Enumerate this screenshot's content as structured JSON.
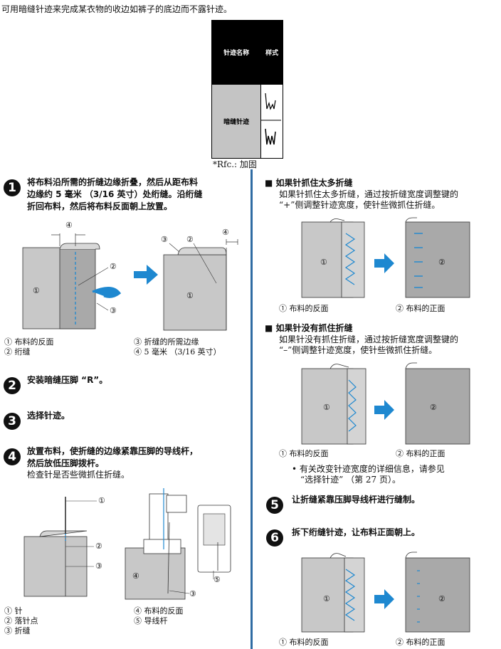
{
  "intro": "可用暗缝针迹来完成某衣物的收边如裤子的底边而不露针迹。",
  "stitch_table": {
    "header_name": "针迹名称",
    "header_style": "样式",
    "row_name": "暗缝针迹",
    "footnote": "*Rfc.: 加固"
  },
  "step1": {
    "num": "1",
    "title_lines": [
      "将布料沿所需的折缝边缘折叠，然后从距布料",
      "边缘约 5 毫米 （3/16 英寸）处绗缝。沿绗缝",
      "折回布料，然后将布料反面朝上放置。"
    ],
    "callouts": [
      "①",
      "②",
      "③",
      "④"
    ],
    "captions_left": [
      "① 布料的反面",
      "② 绗缝"
    ],
    "captions_right": [
      "③ 折缝的所需边缘",
      "④ 5 毫米 （3/16 英寸）"
    ]
  },
  "step2": {
    "num": "2",
    "title": "安装暗缝压脚 “R”。"
  },
  "step3": {
    "num": "3",
    "title": "选择针迹。"
  },
  "step4": {
    "num": "4",
    "title_lines": [
      "放置布料，使折缝的边缘紧靠压脚的导线杆，",
      "然后放低压脚拨杆。"
    ],
    "body": "检查针是否些微抓住折缝。",
    "callouts": [
      "①",
      "②",
      "③",
      "④",
      "⑤",
      "③"
    ],
    "captions_left": [
      "① 针",
      "② 落针点",
      "③ 折缝"
    ],
    "captions_right": [
      "④ 布料的反面",
      "⑤ 导线杆"
    ]
  },
  "section_too_many": {
    "heading": "如果针抓住太多折缝",
    "body_lines": [
      "如果针抓住太多折缝，通过按折缝宽度调整键的",
      "“+”侧调整针迹宽度，使针些微抓住折缝。"
    ],
    "callouts": [
      "①",
      "②"
    ],
    "captions": [
      "① 布料的反面",
      "② 布料的正面"
    ]
  },
  "section_not_catching": {
    "heading": "如果针没有抓住折缝",
    "body_lines": [
      "如果针没有抓住折缝，通过按折缝宽度调整键的",
      "“–”侧调整针迹宽度，使针些微抓住折缝。"
    ],
    "callouts": [
      "①",
      "②"
    ],
    "captions": [
      "① 布料的反面",
      "② 布料的正面"
    ],
    "note_lines": [
      "• 有关改变针迹宽度的详细信息，请参见",
      "“选择针迹” （第 27 页）。"
    ]
  },
  "step5": {
    "num": "5",
    "title": "让折缝紧靠压脚导线杆进行缝制。"
  },
  "step6": {
    "num": "6",
    "title": "拆下绗缝针迹，让布料正面朝上。",
    "callouts": [
      "①",
      "②"
    ],
    "captions": [
      "① 布料的反面",
      "② 布料的正面"
    ]
  },
  "colors": {
    "fabric": "#c8c8c8",
    "fabric_dark": "#a9a9a9",
    "accent": "#1e88d0",
    "divider": "#2f6ca3",
    "table_head": "#000000",
    "table_body": "#c4c4c4"
  }
}
